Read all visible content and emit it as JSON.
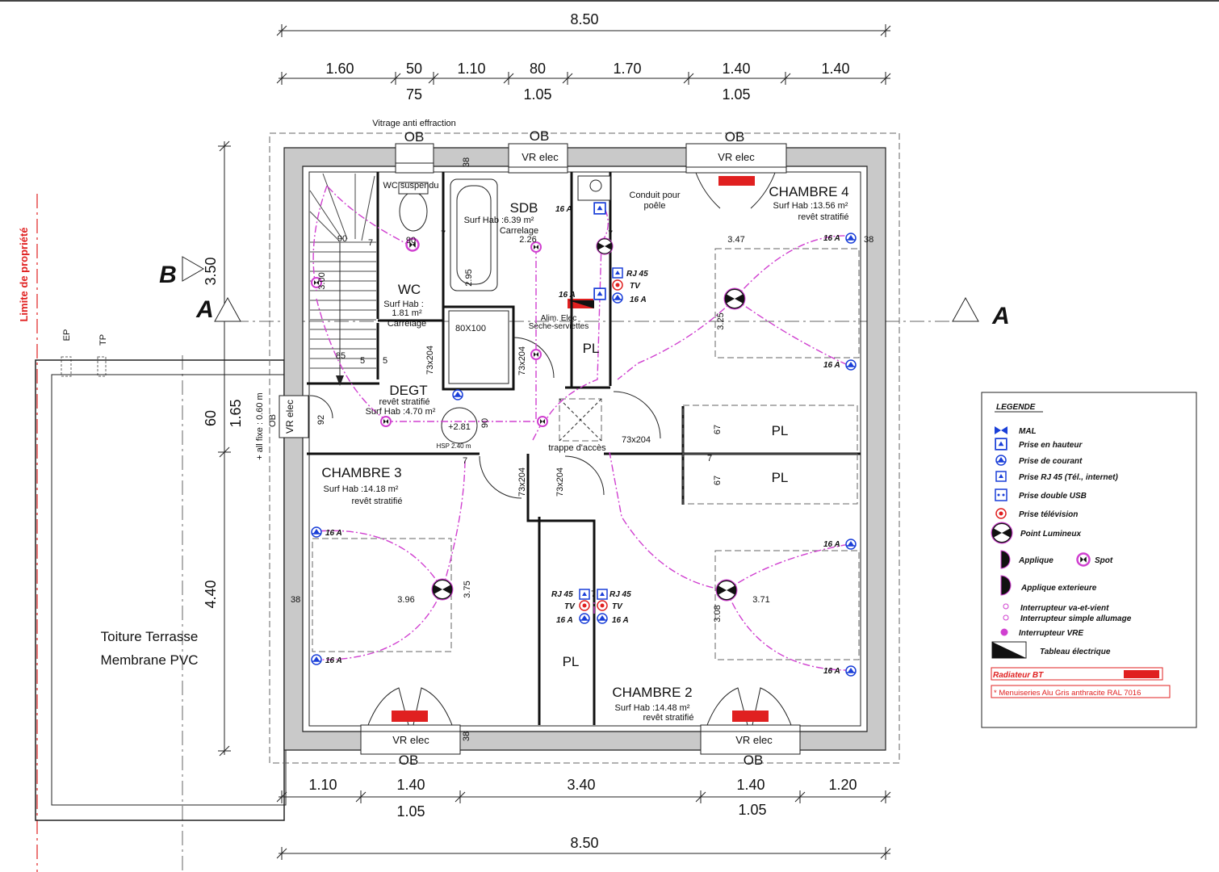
{
  "dimensions": {
    "overall_top": "8.50",
    "overall_bottom": "8.50",
    "top_row": [
      "1.60",
      "50",
      "1.10",
      "80",
      "1.70",
      "1.40",
      "1.40"
    ],
    "top_sub": [
      "75",
      "1.05",
      "1.05"
    ],
    "bottom_row": [
      "1.10",
      "1.40",
      "3.40",
      "1.40",
      "1.20"
    ],
    "bottom_sub": [
      "1.05",
      "1.05"
    ],
    "left": [
      "3.50",
      "1.65",
      "60",
      "4.40"
    ],
    "interior": {
      "d_stair_90": "90",
      "d_stair_7": "7",
      "d_wc_90": "90",
      "d_wc_7": "7",
      "d_stair_300": "3.00",
      "d_stair_85": "85",
      "d_stair_5a": "5",
      "d_stair_5b": "5",
      "d_bath_295": "2.95",
      "d_sdb_226": "2.26",
      "d_38_top": "38",
      "d_38_right": "38",
      "d_38_left": "38",
      "d_38_bottom": "38",
      "d_347": "3.47",
      "d_325": "3.25",
      "d_67a": "67",
      "d_67b": "67",
      "d_92": "92",
      "d_90v": "90",
      "d_281": "+2.81",
      "d_396": "3.96",
      "d_375": "3.75",
      "d_371": "3.71",
      "d_308": "3.08",
      "d_7a": "7",
      "d_7b": "7",
      "d_7c": "7",
      "d_7d": "7"
    }
  },
  "labels": {
    "vitrage": "Vitrage anti effraction",
    "ob": "OB",
    "vr_elec": "VR elec",
    "wc_suspendu": "WC suspendu",
    "conduit": [
      "Conduit pour",
      "poêle"
    ],
    "alim": [
      "Alim. Elec",
      "Sèche-serviettes"
    ],
    "shower": "80X100",
    "hsp": "HSP 2.40 m",
    "trappe": "trappe d'accès",
    "allfixe": "+ all fixe : 0.60 m",
    "ob_small": "OB",
    "door_size": "73x204",
    "pl": "PL",
    "limite": "Limite de propriété",
    "ep": "EP",
    "tp": "TP",
    "section_a": "A",
    "section_b": "B"
  },
  "rooms": {
    "sdb": [
      "SDB",
      "Surf Hab :6.39 m²",
      "Carrelage"
    ],
    "chambre4": [
      "CHAMBRE 4",
      "Surf Hab :13.56 m²",
      "revêt stratifié"
    ],
    "wc": [
      "WC",
      "Surf Hab :",
      "1.81 m²",
      "Carrelage"
    ],
    "degt": [
      "DEGT",
      "revêt stratifié",
      "Surf Hab :4.70 m²"
    ],
    "chambre3": [
      "CHAMBRE 3",
      "Surf Hab :14.18 m²",
      "revêt stratifié"
    ],
    "chambre2": [
      "CHAMBRE 2",
      "Surf Hab :14.48 m²",
      "revêt stratifié"
    ],
    "toiture": [
      "Toiture Terrasse",
      "Membrane PVC"
    ]
  },
  "electrical": {
    "outlet_16a": "16 A",
    "rj45": "RJ 45",
    "tv": "TV"
  },
  "legend": {
    "title": "LEGENDE",
    "items": [
      "MAL",
      "Prise en hauteur",
      "Prise de courant",
      "Prise RJ 45 (Tél., internet)",
      "Prise double USB",
      "Prise télévision",
      "Point Lumineux",
      "Applique",
      "Spot",
      "Applique exterieure",
      "Interrupteur va-et-vient",
      "Interrupteur simple allumage",
      "Interrupteur VRE",
      "Tableau électrique",
      "Radiateur BT",
      "* Menuiseries Alu Gris anthracite RAL 7016"
    ],
    "colors": {
      "blue": "#1a3fd8",
      "magenta": "#d040d0",
      "red": "#e02020"
    }
  }
}
